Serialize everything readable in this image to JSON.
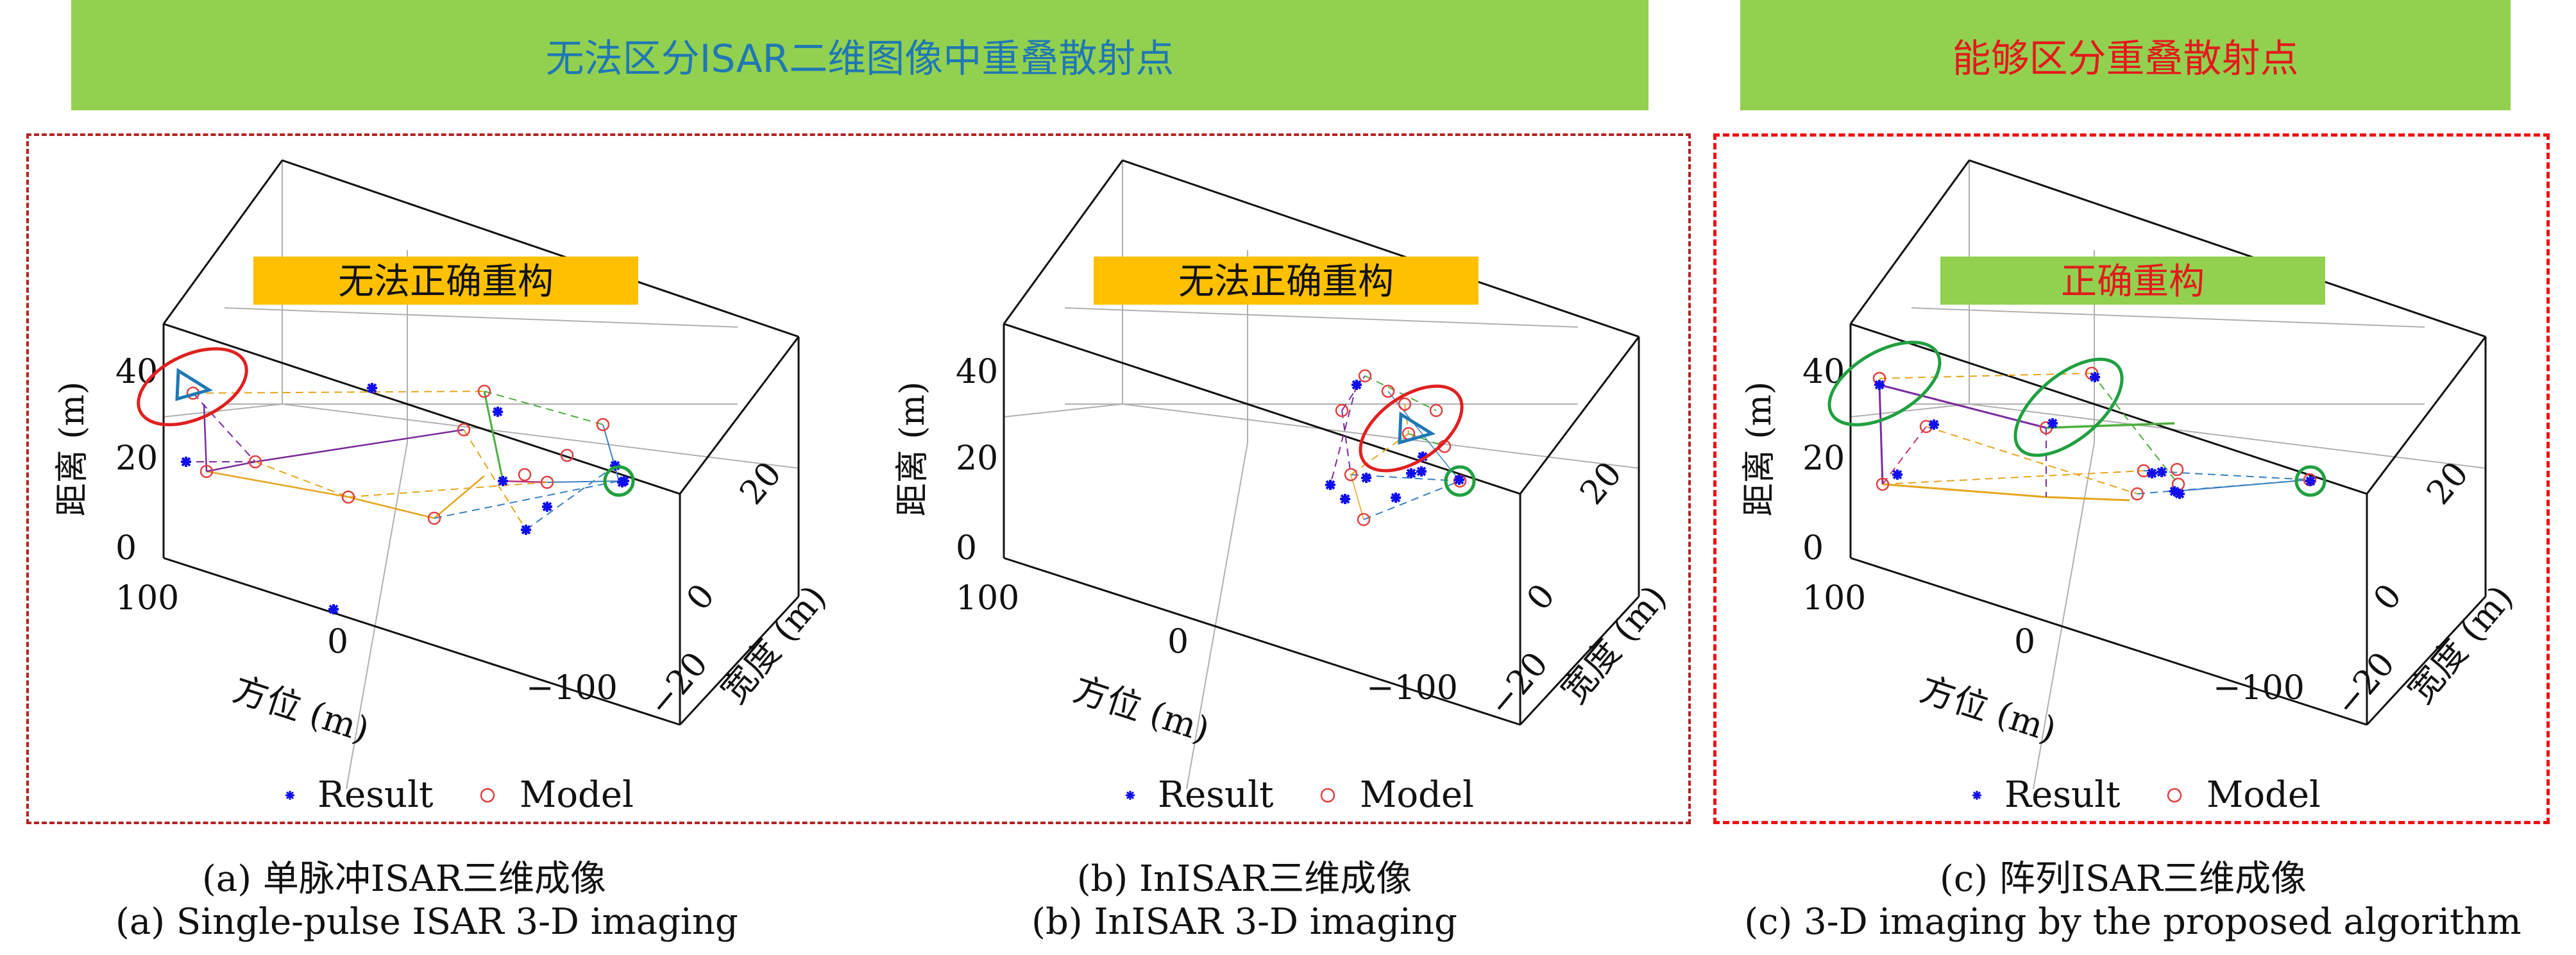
{
  "banners": {
    "left": "无法区分ISAR二维图像中重叠散射点",
    "right": "能够区分重叠散射点"
  },
  "colors": {
    "banner_bg": "#92d050",
    "panel_tag_warn": "#ffc000",
    "panel_tag_ok": "#92d050",
    "result": "#1010ee",
    "model": "#e04040",
    "frame_left": "#b22222",
    "frame_right": "#ee1111"
  },
  "panels": [
    {
      "tag": "无法正确重构",
      "tag_style": "warn",
      "caption_cn": "(a) 单脉冲ISAR三维成像",
      "caption_en": "(a) Single-pulse ISAR 3-D imaging"
    },
    {
      "tag": "无法正确重构",
      "tag_style": "warn",
      "caption_cn": "(b) InISAR三维成像",
      "caption_en": "(b) InISAR 3-D imaging"
    },
    {
      "tag": "正确重构",
      "tag_style": "ok",
      "caption_cn": "(c) 阵列ISAR三维成像",
      "caption_en": "(c) 3-D imaging by the proposed algorithm"
    }
  ],
  "chart_data": [
    {
      "type": "scatter",
      "title": "",
      "xlabel": "方位 (m)",
      "ylabel": "宽度 (m)",
      "zlabel": "距离 (m)",
      "x_ticks": [
        "100",
        "0",
        "−100"
      ],
      "y_ticks": [
        "−20",
        "0",
        "20"
      ],
      "z_ticks": [
        "0",
        "20",
        "40"
      ],
      "legend": [
        "Result",
        "Model"
      ],
      "legend_position": "bottom",
      "grid": true
    },
    {
      "type": "scatter",
      "title": "",
      "xlabel": "方位 (m)",
      "ylabel": "宽度 (m)",
      "zlabel": "距离 (m)",
      "x_ticks": [
        "100",
        "0",
        "−100"
      ],
      "y_ticks": [
        "−20",
        "0",
        "20"
      ],
      "z_ticks": [
        "0",
        "20",
        "40"
      ],
      "legend": [
        "Result",
        "Model"
      ],
      "legend_position": "bottom",
      "grid": true
    },
    {
      "type": "scatter",
      "title": "",
      "xlabel": "方位 (m)",
      "ylabel": "宽度 (m)",
      "zlabel": "距离 (m)",
      "x_ticks": [
        "100",
        "0",
        "−100"
      ],
      "y_ticks": [
        "−20",
        "0",
        "20"
      ],
      "z_ticks": [
        "0",
        "20",
        "40"
      ],
      "legend": [
        "Result",
        "Model"
      ],
      "legend_position": "bottom",
      "grid": true
    }
  ]
}
